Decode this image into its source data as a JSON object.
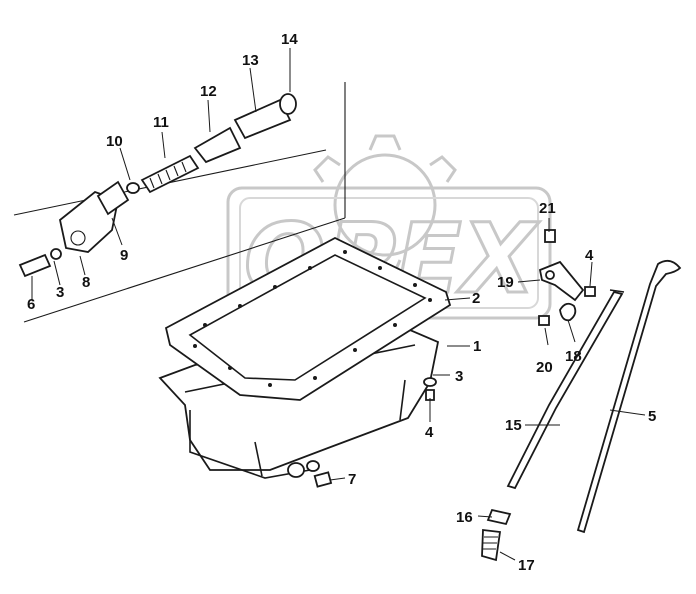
{
  "watermark": {
    "text": "OPEX"
  },
  "callouts": [
    "1",
    "2",
    "3",
    "3",
    "4",
    "4",
    "5",
    "6",
    "7",
    "8",
    "9",
    "10",
    "11",
    "12",
    "13",
    "14",
    "15",
    "16",
    "17",
    "18",
    "19",
    "20",
    "21"
  ],
  "colors": {
    "ink": "#1a1a1a",
    "watermark": "#c8c8c8",
    "background": "#ffffff"
  }
}
